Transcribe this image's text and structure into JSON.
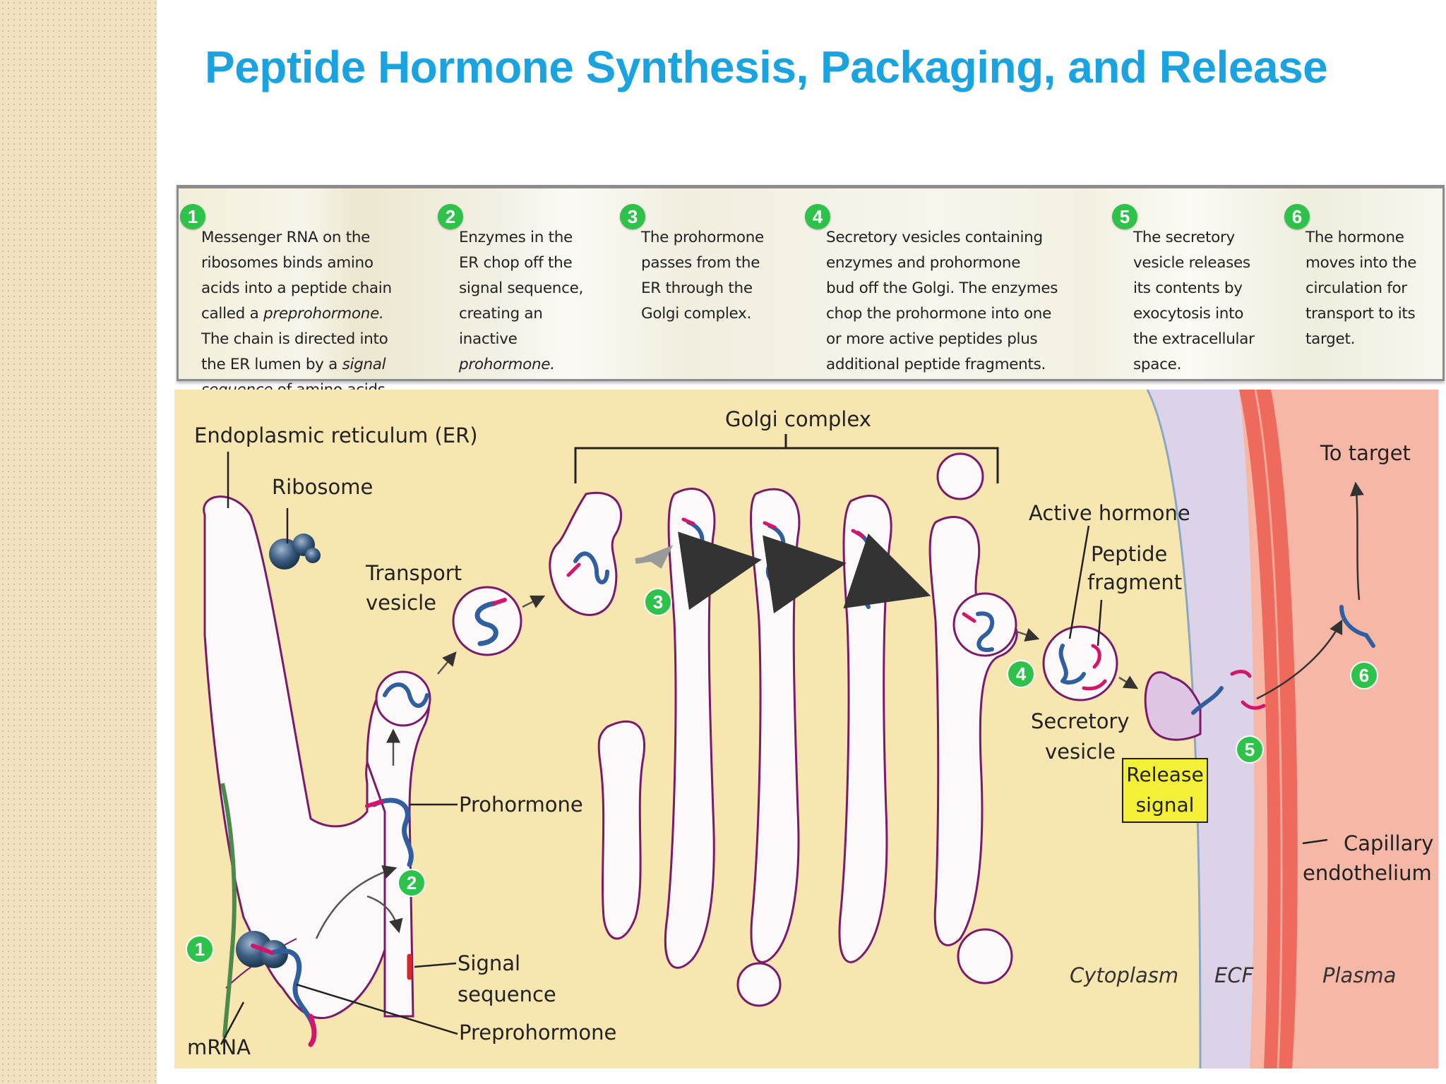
{
  "title": "Peptide Hormone Synthesis, Packaging, and Release",
  "steps": [
    {
      "number": "1",
      "text": "Messenger RNA on the ribosomes binds amino acids into a peptide chain called a preprohormone. The chain is directed into the ER lumen by a signal sequence of amino acids."
    },
    {
      "number": "2",
      "text": "Enzymes in the ER chop off the signal sequence, creating an inactive prohormone."
    },
    {
      "number": "3",
      "text": "The prohormone passes from the ER through the Golgi complex."
    },
    {
      "number": "4",
      "text": "Secretory vesicles containing enzymes and prohormone bud off the Golgi. The enzymes chop the prohormone into one or more active peptides plus additional peptide fragments."
    },
    {
      "number": "5",
      "text": "The secretory vesicle releases its contents by exocytosis into the extracellular space."
    },
    {
      "number": "6",
      "text": "The hormone moves into the circulation for transport to its target."
    }
  ],
  "labels": {
    "er": "Endoplasmic reticulum (ER)",
    "ribosome": "Ribosome",
    "transport_vesicle_1": "Transport",
    "transport_vesicle_2": "vesicle",
    "golgi": "Golgi complex",
    "active_hormone": "Active hormone",
    "peptide_fragment_1": "Peptide",
    "peptide_fragment_2": "fragment",
    "to_target": "To target",
    "prohormone": "Prohormone",
    "secretory_vesicle_1": "Secretory",
    "secretory_vesicle_2": "vesicle",
    "release_signal_1": "Release",
    "release_signal_2": "signal",
    "capillary_1": "Capillary",
    "capillary_2": "endothelium",
    "signal_sequence_1": "Signal",
    "signal_sequence_2": "sequence",
    "preprohormone": "Preprohormone",
    "mrna": "mRNA",
    "cytoplasm": "Cytoplasm",
    "ecf": "ECF",
    "plasma": "Plasma"
  },
  "diagram_badges": [
    "1",
    "2",
    "3",
    "4",
    "5",
    "6"
  ],
  "colors": {
    "title": "#1aa3df",
    "cytoplasm": "#f8e6b0",
    "ecf": "#ddd3e8",
    "plasma": "#f6b7a7",
    "capillary_wall": "#ee6a5c",
    "membrane": "#7b1a6b",
    "step_badge": "#2ec24a",
    "release_signal_box": "#f4f038"
  }
}
